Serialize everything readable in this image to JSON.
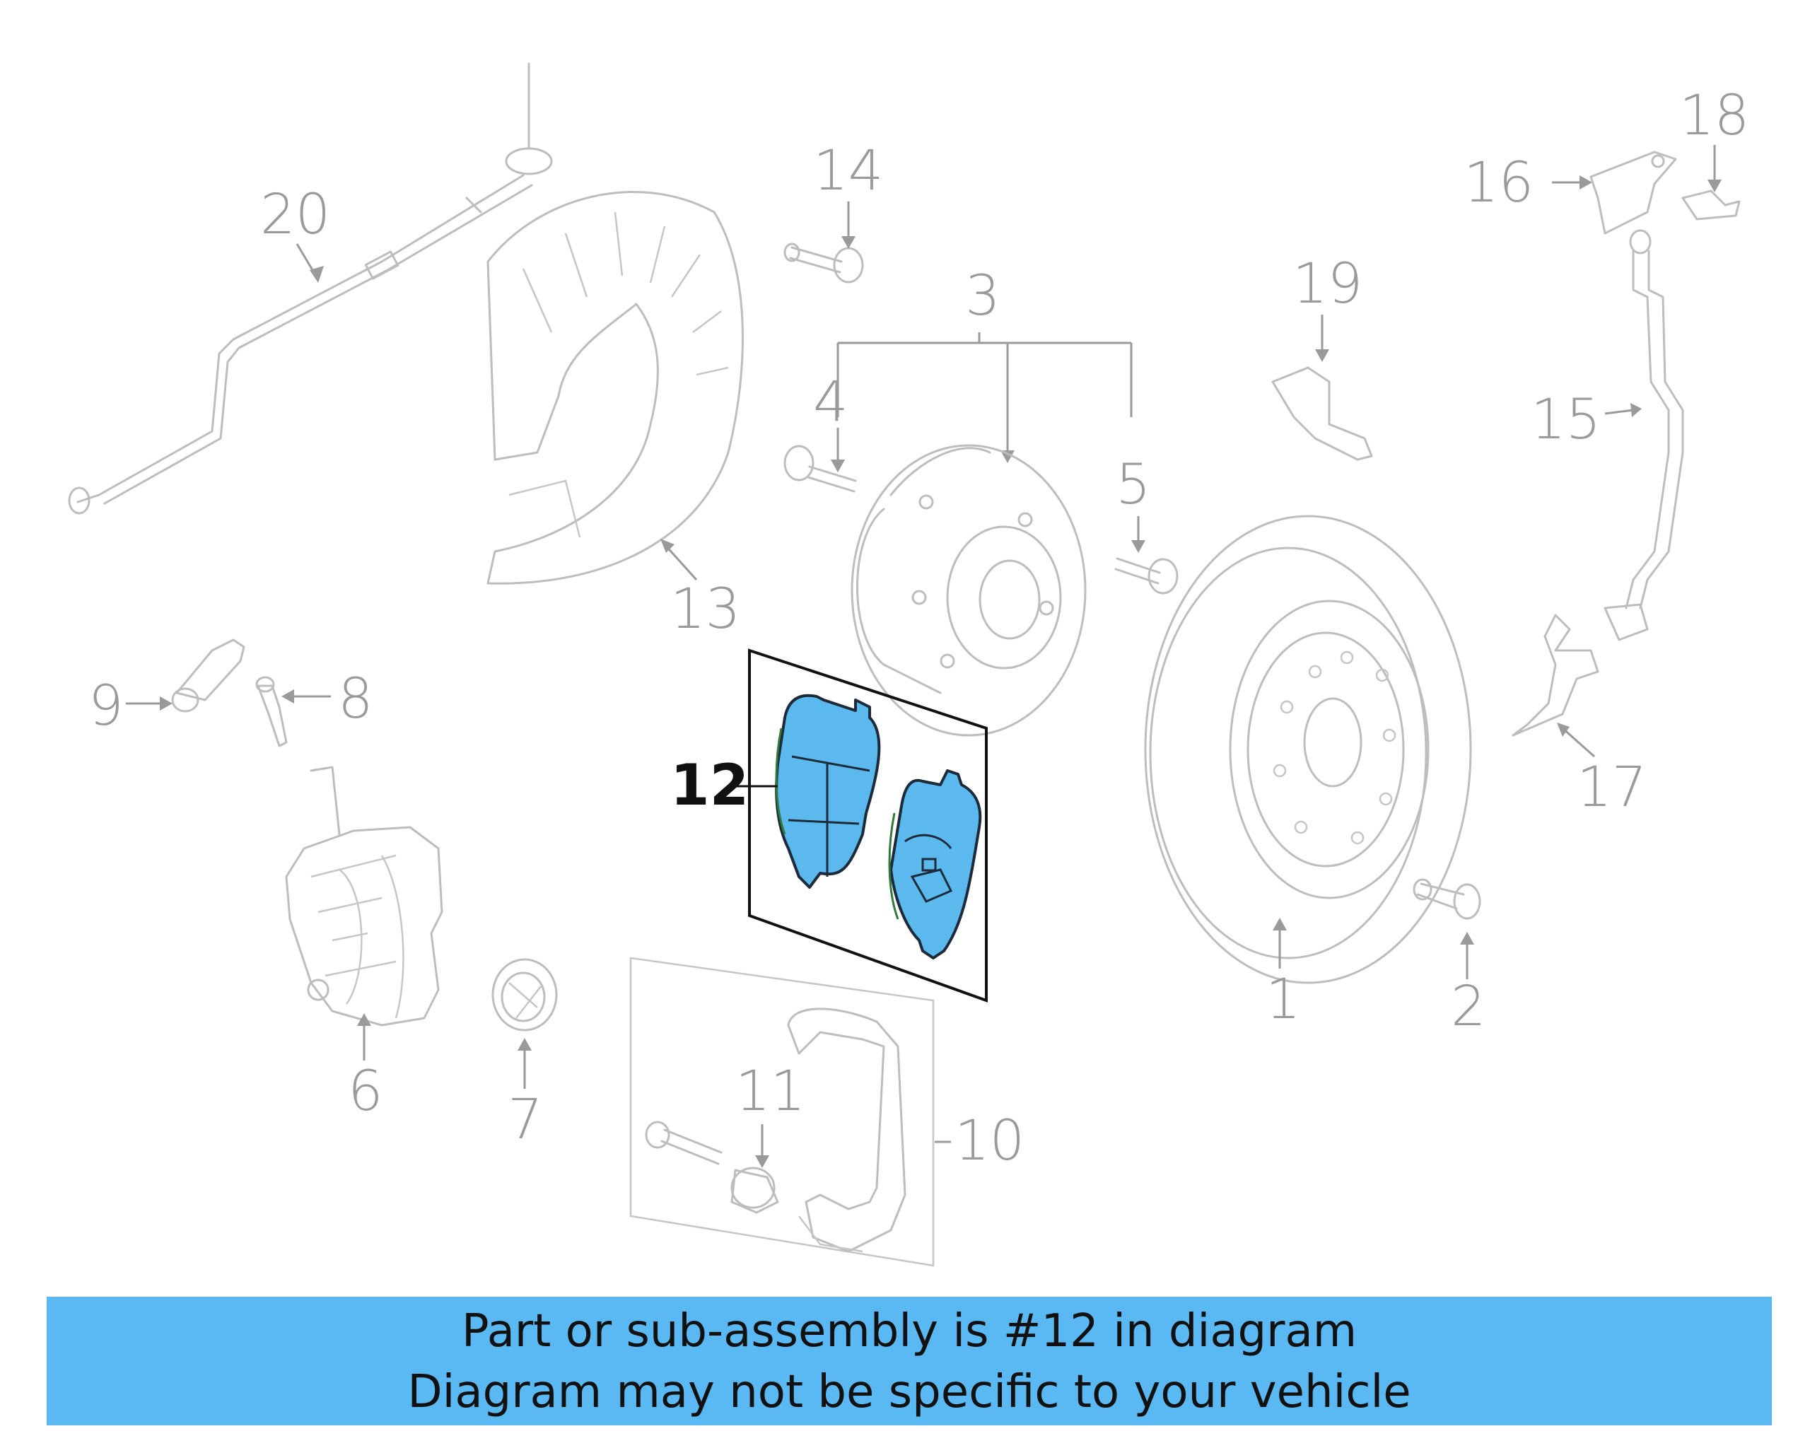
{
  "diagram": {
    "highlighted_part": "12",
    "labels": {
      "p1": "1",
      "p2": "2",
      "p3": "3",
      "p4": "4",
      "p5": "5",
      "p6": "6",
      "p7": "7",
      "p8": "8",
      "p9": "9",
      "p10": "10",
      "p11": "11",
      "p12": "12",
      "p13": "13",
      "p14": "14",
      "p15": "15",
      "p16": "16",
      "p17": "17",
      "p18": "18",
      "p19": "19",
      "p20": "20"
    }
  },
  "banner": {
    "line1": "Part or sub-assembly is #12 in diagram",
    "line2": "Diagram may not be specific to your vehicle"
  },
  "colors": {
    "banner_background": "#5ab8f2",
    "highlight_fill": "#5bb9ee",
    "line_gray": "#bdbdbd"
  }
}
